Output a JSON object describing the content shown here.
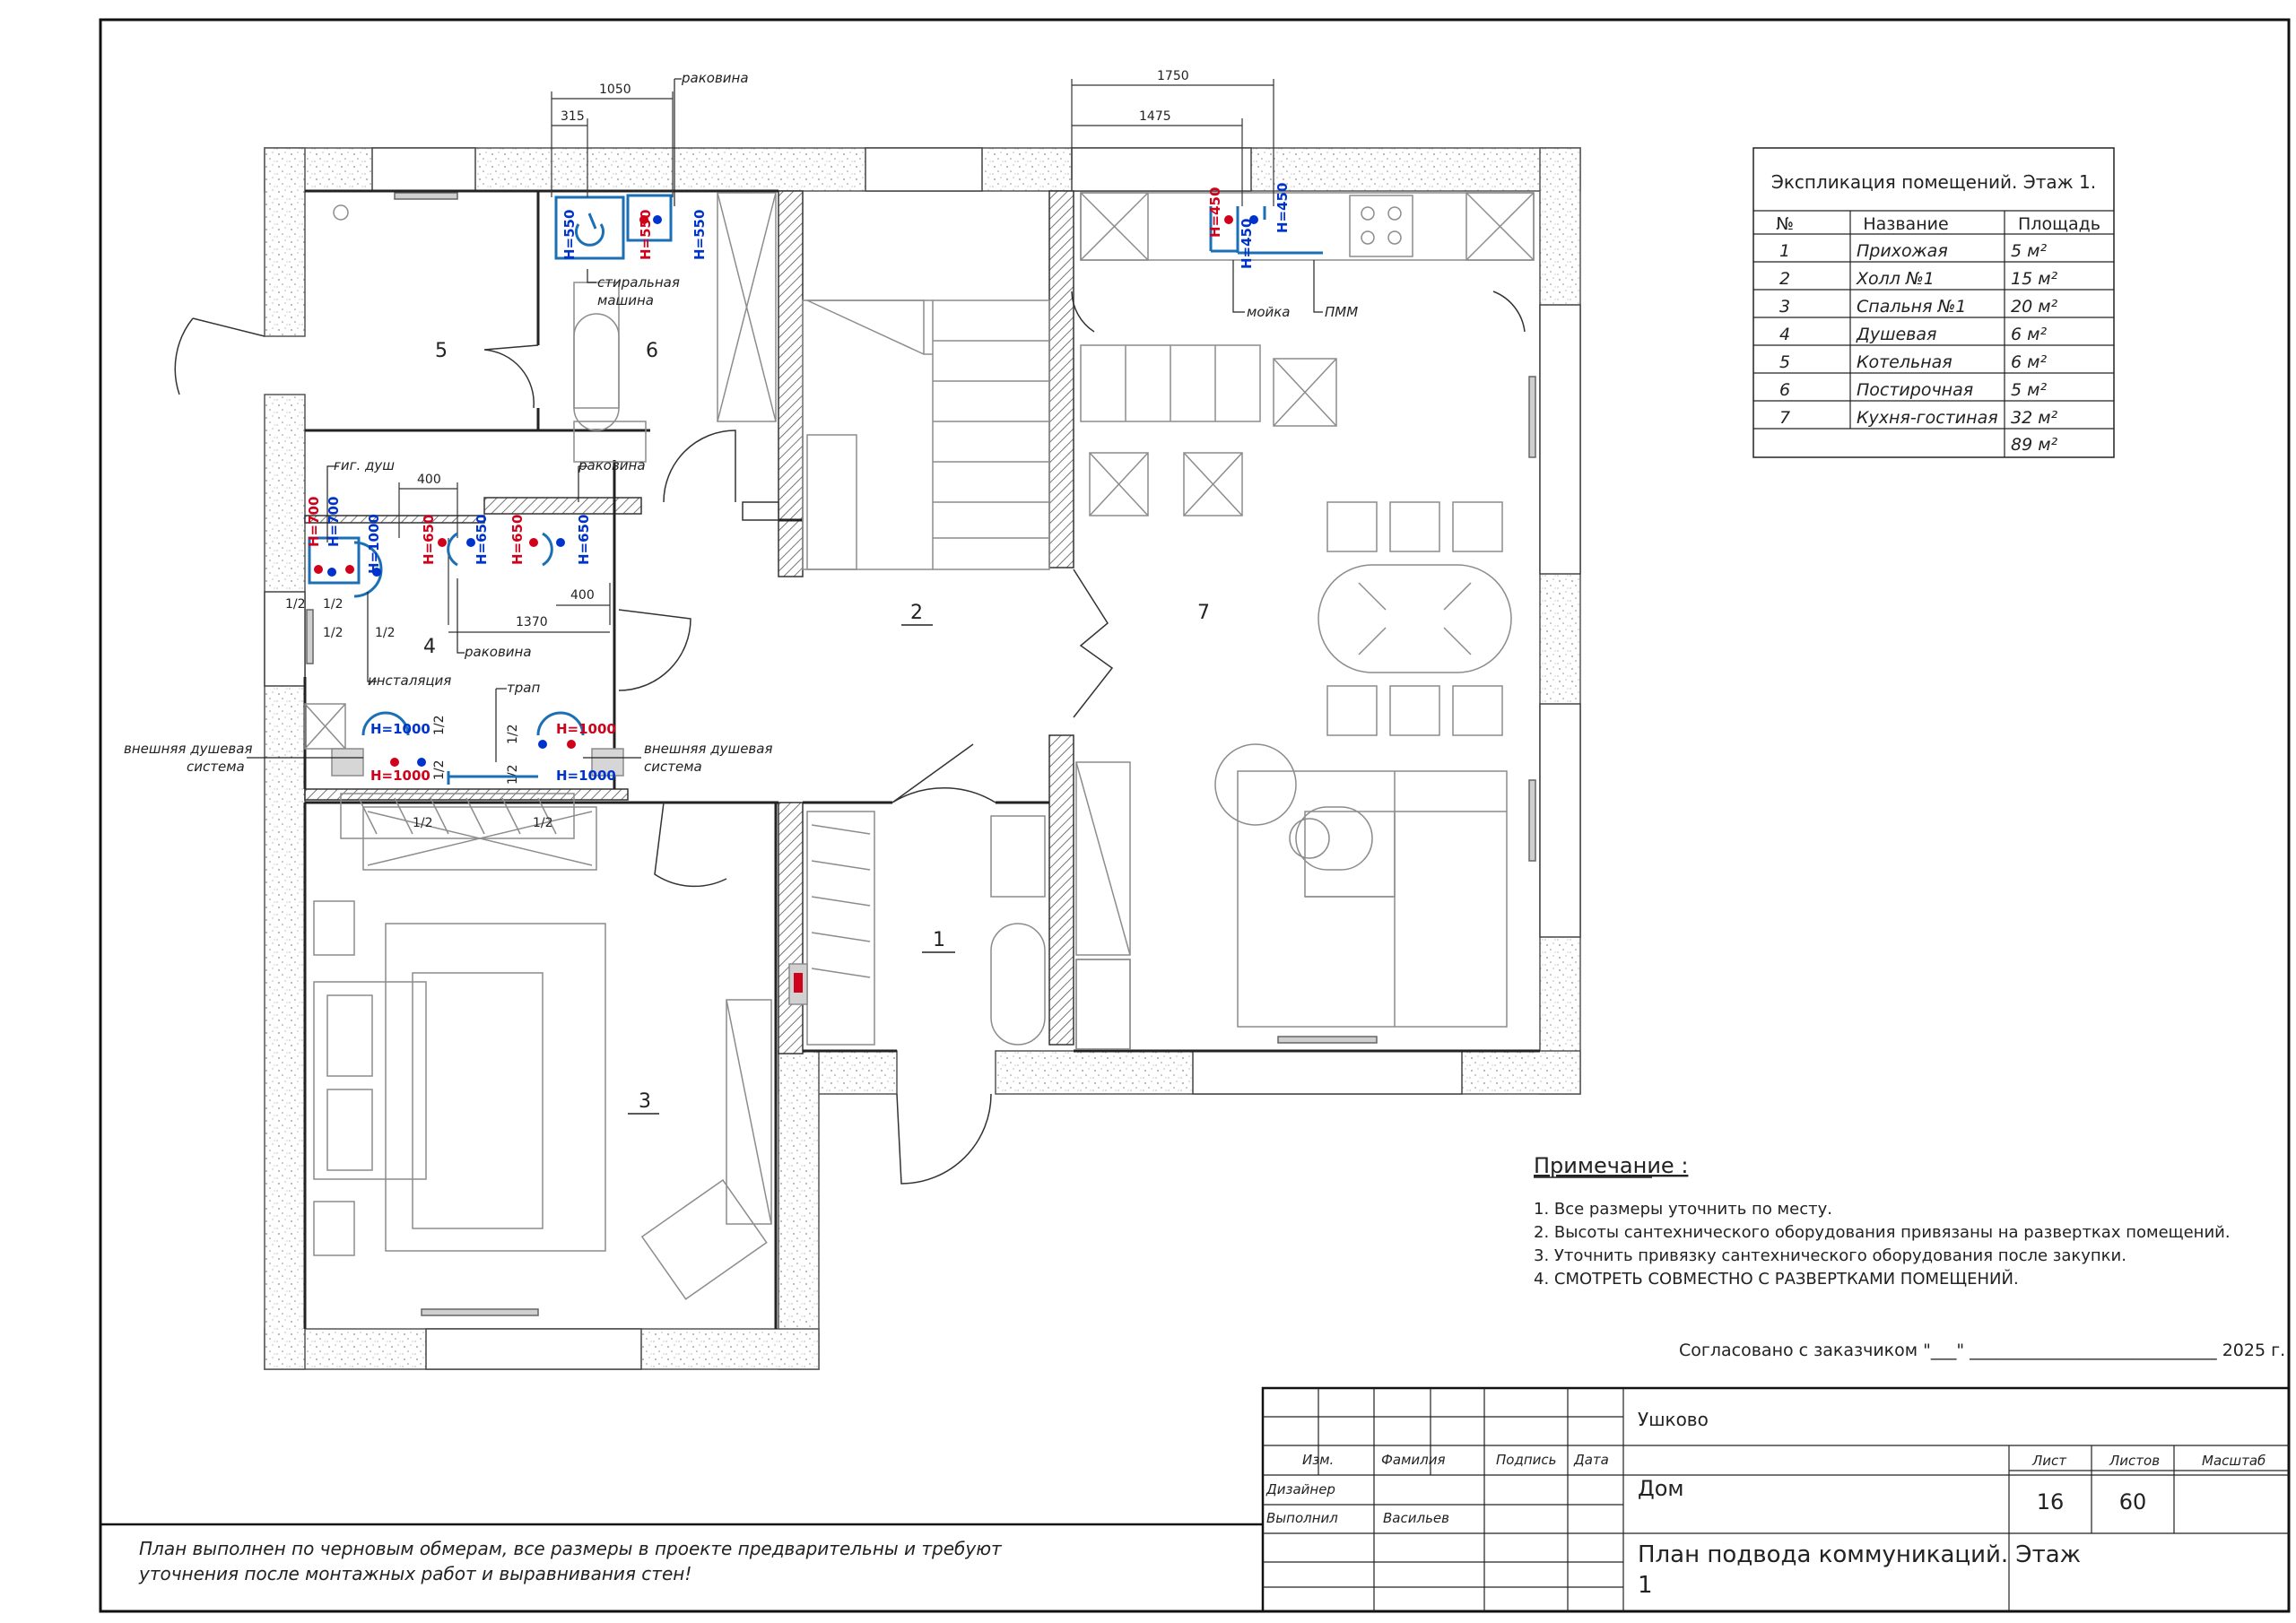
{
  "rooms": [
    {
      "num": "1"
    },
    {
      "num": "2"
    },
    {
      "num": "3"
    },
    {
      "num": "4"
    },
    {
      "num": "5"
    },
    {
      "num": "6"
    },
    {
      "num": "7"
    }
  ],
  "dims": {
    "d1050": "1050",
    "d315": "315",
    "d1750": "1750",
    "d1475": "1475",
    "d400a": "400",
    "d400b": "400",
    "d1370": "1370",
    "half": "1/2"
  },
  "labels": {
    "sink_top": "раковина",
    "washer": "стиральная\nмашина",
    "sink_mid": "раковина",
    "hyg_shower": "гиг. душ",
    "sink_bot": "раковина",
    "install": "инсталяция",
    "drain": "трап",
    "ext_shower_l": "внешняя душевая\nсистема",
    "ext_shower_r": "внешняя душевая\nсистема",
    "moika": "мойка",
    "pmm": "ПММ"
  },
  "heights": {
    "h550": "H=550",
    "h450": "H=450",
    "h700": "H=700",
    "h1000": "H=1000",
    "h650": "H=650"
  },
  "explication": {
    "title": "Экспликация помещений. Этаж 1.",
    "headers": [
      "№",
      "Название",
      "Площадь"
    ],
    "rows": [
      [
        "1",
        "Прихожая",
        "5 м²"
      ],
      [
        "2",
        "Холл №1",
        "15 м²"
      ],
      [
        "3",
        "Спальня №1",
        "20 м²"
      ],
      [
        "4",
        "Душевая",
        "6 м²"
      ],
      [
        "5",
        "Котельная",
        "6 м²"
      ],
      [
        "6",
        "Постирочная",
        "5 м²"
      ],
      [
        "7",
        "Кухня-гостиная",
        "32 м²"
      ]
    ],
    "total": "89 м²"
  },
  "notes": {
    "title": "Примечание :",
    "items": [
      "1. Все размеры уточнить по месту.",
      "2. Высоты сантехнического оборудования привязаны на развертках помещений.",
      "3. Уточнить привязку сантехнического оборудования после закупки.",
      "4. СМОТРЕТЬ СОВМЕСТНО С РАЗВЕРТКАМИ ПОМЕЩЕНИЙ."
    ]
  },
  "agreement": "Согласовано с заказчиком \"___\" _____________________________ 2025 г.",
  "footer_note": [
    "План выполнен по черновым обмерам, все размеры в проекте предварительны и требуют",
    "уточнения после монтажных работ и выравнивания стен!"
  ],
  "title_block": {
    "col_izm": "Изм.",
    "col_familiya": "Фамилия",
    "col_podpis": "Подпись",
    "col_data": "Дата",
    "role_designer": "Дизайнер",
    "role_executed": "Выполнил",
    "executor": "Васильев",
    "project": "Ушково",
    "object": "Дом",
    "sheet_title_1": "План подвода коммуникаций. Этаж",
    "sheet_title_2": "1",
    "h_list": "Лист",
    "h_listov": "Листов",
    "h_scale": "Масштаб",
    "list": "16",
    "listov": "60",
    "scale": ""
  },
  "colors": {
    "line": "#222222",
    "hot": "#d0021b",
    "cold": "#0033cc",
    "pipe": "#1a6fb5",
    "hatch": "#9a9a9a",
    "furniture": "#8c8c8c"
  }
}
